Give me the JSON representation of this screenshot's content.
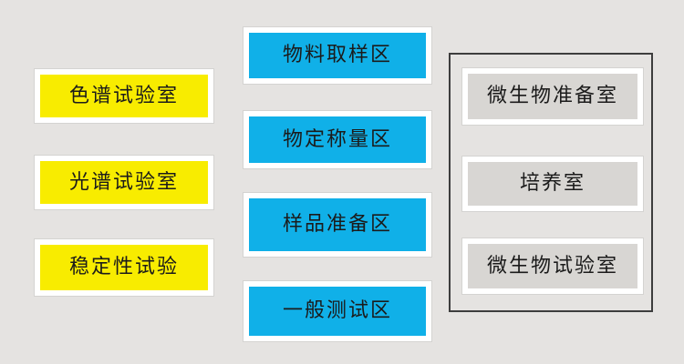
{
  "diagram": {
    "background_color": "#e5e3e1",
    "text_color": "#1b1b1b",
    "left_column": {
      "box_color": "#f8ec00",
      "border_color": "#ffffff",
      "items": [
        {
          "label": "色谱试验室"
        },
        {
          "label": "光谱试验室"
        },
        {
          "label": "稳定性试验"
        }
      ]
    },
    "middle_column": {
      "box_color": "#10b0e8",
      "border_color": "#ffffff",
      "items": [
        {
          "label": "物料取样区"
        },
        {
          "label": "物定称量区"
        },
        {
          "label": "样品准备区"
        },
        {
          "label": "一般测试区"
        }
      ]
    },
    "right_group": {
      "box_color": "#d8d6d3",
      "frame_border_color": "#3d3d3d",
      "items": [
        {
          "label": "微生物准备室"
        },
        {
          "label": "培养室"
        },
        {
          "label": "微生物试验室"
        }
      ]
    }
  }
}
